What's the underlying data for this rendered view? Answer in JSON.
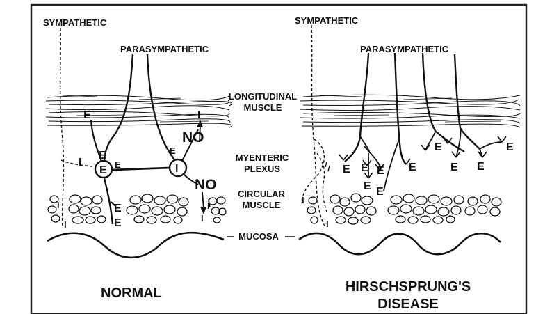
{
  "colors": {
    "ink": "#111111",
    "frame": "#222222",
    "background": "#ffffff"
  },
  "normal": {
    "sympathetic": "SYMPATHETIC",
    "parasympathetic": "PARASYMPATHETIC",
    "caption": "NORMAL",
    "markers": {
      "e": "E",
      "i": "I",
      "no": "NO"
    }
  },
  "layers": {
    "longitudinal": [
      "LONGITUDINAL",
      "MUSCLE"
    ],
    "myenteric": [
      "MYENTERIC",
      "PLEXUS"
    ],
    "circular": [
      "CIRCULAR",
      "MUSCLE"
    ],
    "mucosa": "MUCOSA"
  },
  "hirschsprung": {
    "sympathetic": "SYMPATHETIC",
    "parasympathetic": "PARASYMPATHETIC",
    "caption": [
      "HIRSCHSPRUNG'S",
      "DISEASE"
    ],
    "markers": {
      "e": "E",
      "i": "I"
    }
  }
}
